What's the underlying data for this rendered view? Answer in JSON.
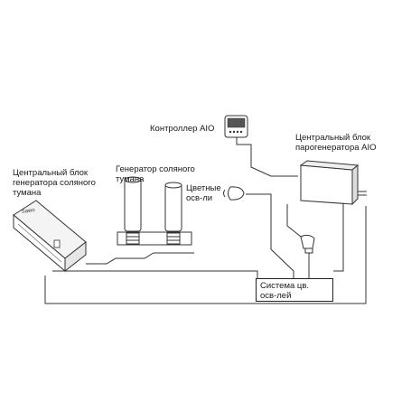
{
  "labels": {
    "controller": "Контроллер AIO",
    "steam_unit": [
      "Центральный блок",
      "парогенератора AIO"
    ],
    "salt_generator": [
      "Генератор соляного",
      "тумана"
    ],
    "salt_unit": [
      "Центральный блок",
      "генератора соляного",
      "тумана"
    ],
    "color_lights": [
      "Цветные",
      "осв-ли"
    ],
    "light_system": [
      "Система цв.",
      "осв-лей"
    ]
  },
  "device_text": {
    "salt_unit_brand": "Sawo"
  }
}
